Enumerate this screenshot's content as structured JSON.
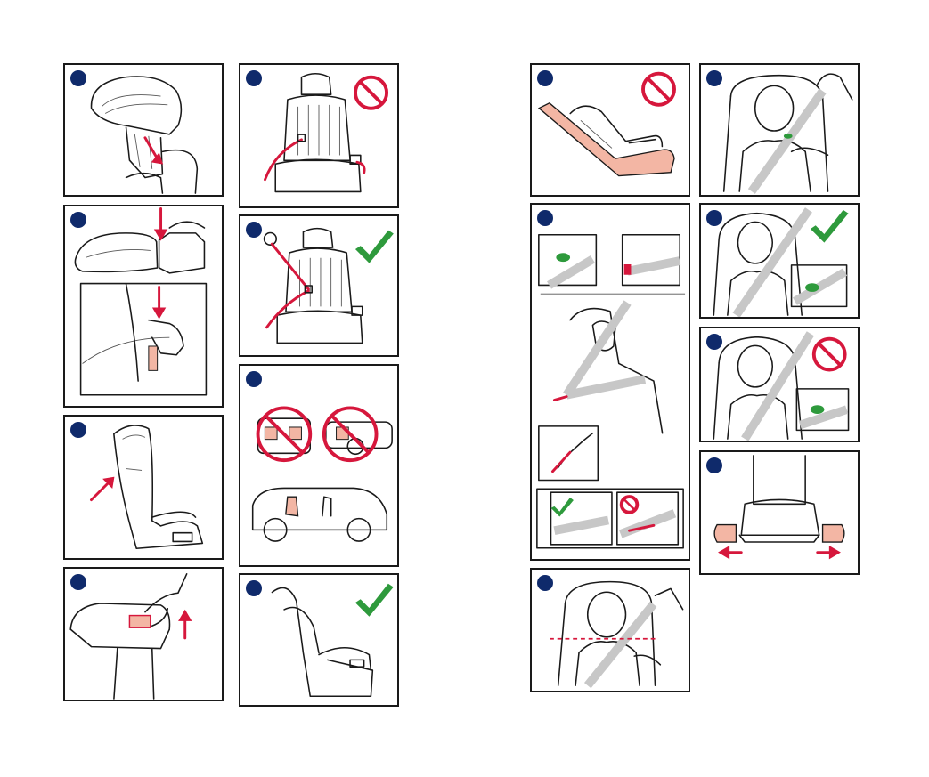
{
  "colors": {
    "badge": "#0f2a6b",
    "alert_red": "#d6173c",
    "ok_green": "#2e9a3c",
    "belt_gray": "#c7c7c7",
    "highlight_pink": "#f3b6a4"
  },
  "icons": {
    "prohibited": "prohibited-icon",
    "approved": "checkmark-icon",
    "step_marker": "step-badge"
  },
  "panels": [
    {
      "id": "headrest-adjust",
      "status": "none"
    },
    {
      "id": "seat-belt-lap-only",
      "status": "prohibited"
    },
    {
      "id": "attach-isofix",
      "status": "none"
    },
    {
      "id": "seat-belt-3-point",
      "status": "approved"
    },
    {
      "id": "backrest-align",
      "status": "none"
    },
    {
      "id": "airbag-positions",
      "status": "prohibited"
    },
    {
      "id": "headrest-handle-pull",
      "status": "none"
    },
    {
      "id": "seat-against-vehicle",
      "status": "approved"
    },
    {
      "id": "reclined-vehicle-seat",
      "status": "prohibited"
    },
    {
      "id": "child-headrest-height",
      "status": "none"
    },
    {
      "id": "belt-routing-guides",
      "status": "none"
    },
    {
      "id": "shoulder-belt-correct",
      "status": "approved"
    },
    {
      "id": "shoulder-belt-wrong",
      "status": "prohibited"
    },
    {
      "id": "headrest-shoulder-line",
      "status": "none"
    },
    {
      "id": "isofix-release",
      "status": "none"
    }
  ]
}
